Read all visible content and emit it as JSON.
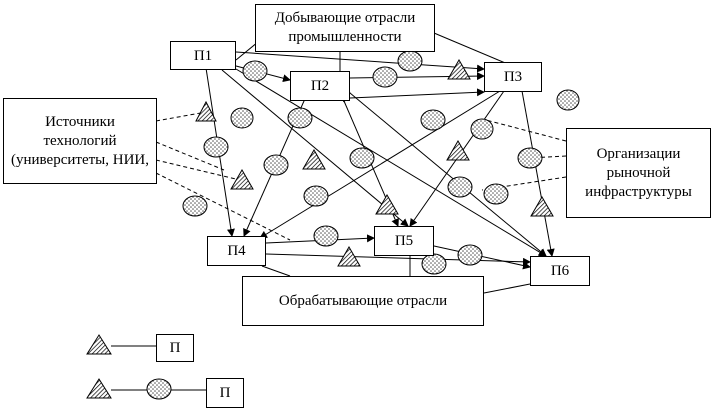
{
  "nodes": {
    "p1": "П1",
    "p2": "П2",
    "p3": "П3",
    "p4": "П4",
    "p5": "П5",
    "p6": "П6"
  },
  "groups": {
    "mining": "Добывающие отрасли промышленности",
    "processing": "Обрабатывающие отрасли",
    "tech_sources": "Источники технологий (университеты, НИИ,",
    "market_infra": "Организации рыночной инфраструктуры"
  },
  "legend": {
    "item1": "П",
    "item2": "П"
  }
}
